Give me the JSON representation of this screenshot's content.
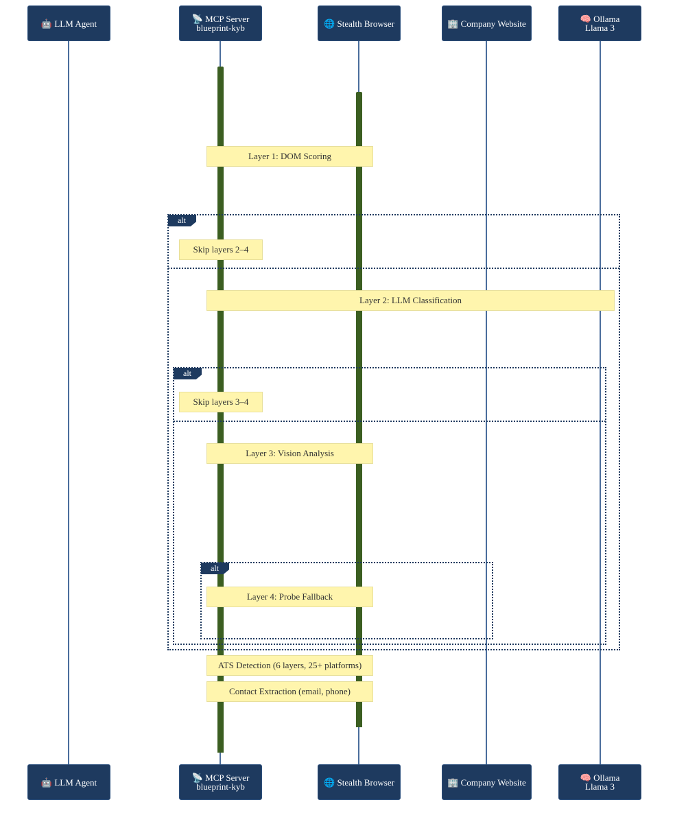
{
  "diagram": {
    "type": "sequence",
    "participants": [
      {
        "id": "agent",
        "icon": "robot-icon",
        "emoji": "🤖",
        "label": "LLM Agent",
        "sublabel": ""
      },
      {
        "id": "mcp",
        "icon": "satellite-antenna-icon",
        "emoji": "📡",
        "label": "MCP Server",
        "sublabel": "blueprint-kyb"
      },
      {
        "id": "browser",
        "icon": "globe-icon",
        "emoji": "🌐",
        "label": "Stealth Browser",
        "sublabel": ""
      },
      {
        "id": "website",
        "icon": "office-building-icon",
        "emoji": "🏢",
        "label": "Company Website",
        "sublabel": ""
      },
      {
        "id": "ollama",
        "icon": "brain-icon",
        "emoji": "🧠",
        "label": "Ollama",
        "sublabel": "Llama 3"
      }
    ],
    "notes": {
      "layer1": "Layer 1: DOM Scoring",
      "skip24": "Skip layers 2–4",
      "layer2": "Layer 2: LLM Classification",
      "skip34": "Skip layers 3–4",
      "layer3": "Layer 3: Vision Analysis",
      "layer4": "Layer 4: Probe Fallback",
      "ats": "ATS Detection (6 layers, 25+ platforms)",
      "contact": "Contact Extraction (email, phone)"
    },
    "fragments": {
      "alt_outer": "alt",
      "alt_middle": "alt",
      "alt_inner": "alt"
    },
    "colors": {
      "actor_bg": "#1e3a5f",
      "lifeline": "#4a6d9c",
      "activation": "#3b5e21",
      "note_bg": "#fff5ad"
    }
  }
}
